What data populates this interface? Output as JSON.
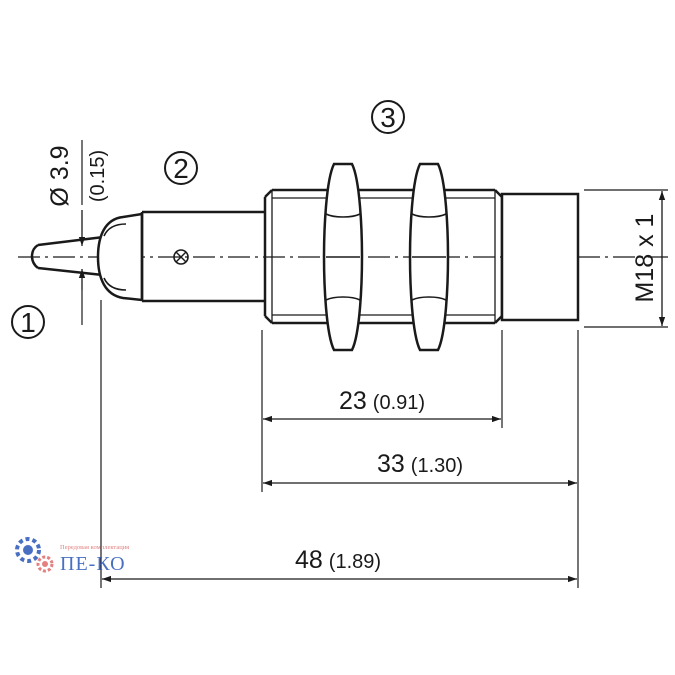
{
  "callouts": {
    "one": "1",
    "two": "2",
    "three": "3"
  },
  "cable_dim": {
    "main": "Ø 3.9",
    "sub": "(0.15)"
  },
  "thread_dim": "M18 x 1",
  "dimensions": {
    "d23": {
      "main": "23",
      "sub": "(0.91)"
    },
    "d33": {
      "main": "33",
      "sub": "(1.30)"
    },
    "d48": {
      "main": "48",
      "sub": "(1.89)"
    }
  },
  "watermark": {
    "tagline": "Передовая комплектация",
    "brand": "ПЕ-КО"
  },
  "colors": {
    "line": "#1a1a1a",
    "logo_blue": "#2a57b8",
    "logo_red": "#e06a6a"
  }
}
